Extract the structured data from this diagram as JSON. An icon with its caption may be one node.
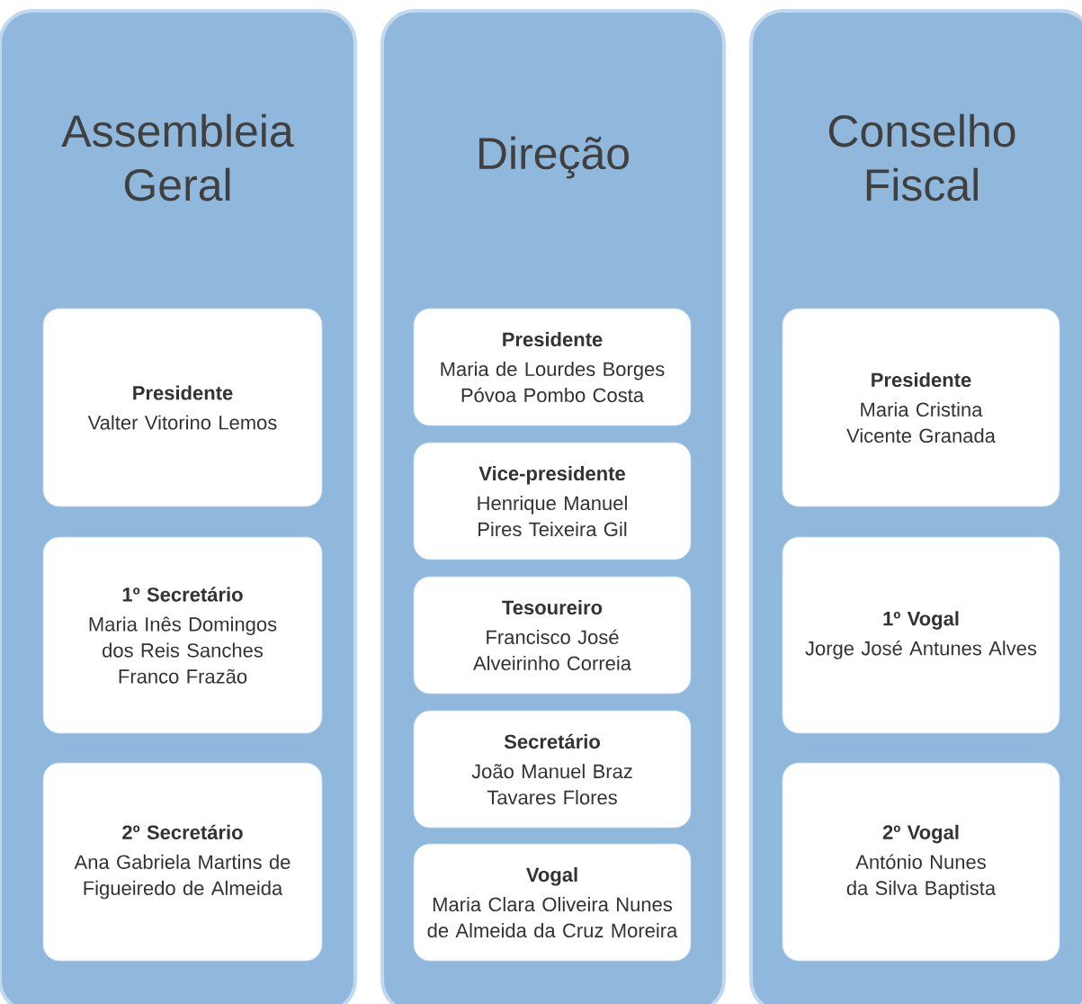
{
  "diagram": {
    "nodes": [
      {
        "text": [
          "Assembleia Geral"
        ]
      },
      {
        "text": [
          "Presidente",
          "Valter Vitorino Lemos"
        ],
        "in": 0
      },
      {
        "text": [
          "1º Secretário",
          "Maria Inês Domingos dos Reis Sanches Franco Frazão"
        ],
        "in": 0
      },
      {
        "text": [
          "2º Secretário",
          "Ana Gabriela Martins de Figueiredo de Almeida"
        ],
        "in": 0
      },
      {
        "text": [
          "Direção"
        ]
      },
      {
        "text": [
          "Presidente",
          "Maria de Lourdes Borges Póvoa Pombo Costa"
        ],
        "in": 4
      },
      {
        "text": [
          "Vice-presidente",
          "Henrique Manuel Pires Teixeira Gil"
        ],
        "in": 4
      },
      {
        "text": [
          "Tesoureiro",
          "Francisco José Alveirinho Correia"
        ],
        "in": 4
      },
      {
        "text": [
          "Secretário",
          "João Manuel Braz Tavares Flores"
        ],
        "in": 4
      },
      {
        "text": [
          "Vogal",
          "Maria Clara Oliveira Nunes de Almeida da Cruz Moreira"
        ],
        "in": 4
      },
      {
        "text": [
          "Conselho Fiscal"
        ]
      },
      {
        "text": [
          "Presidente",
          "Maria Cristina Vicente Granada"
        ],
        "in": 10
      },
      {
        "text": [
          "1º Vogal",
          "Jorge José Antunes Alves"
        ],
        "in": 10
      },
      {
        "text": [
          "2º Vogal",
          "António Nunes da Silva Baptista"
        ],
        "in": 10
      }
    ]
  }
}
